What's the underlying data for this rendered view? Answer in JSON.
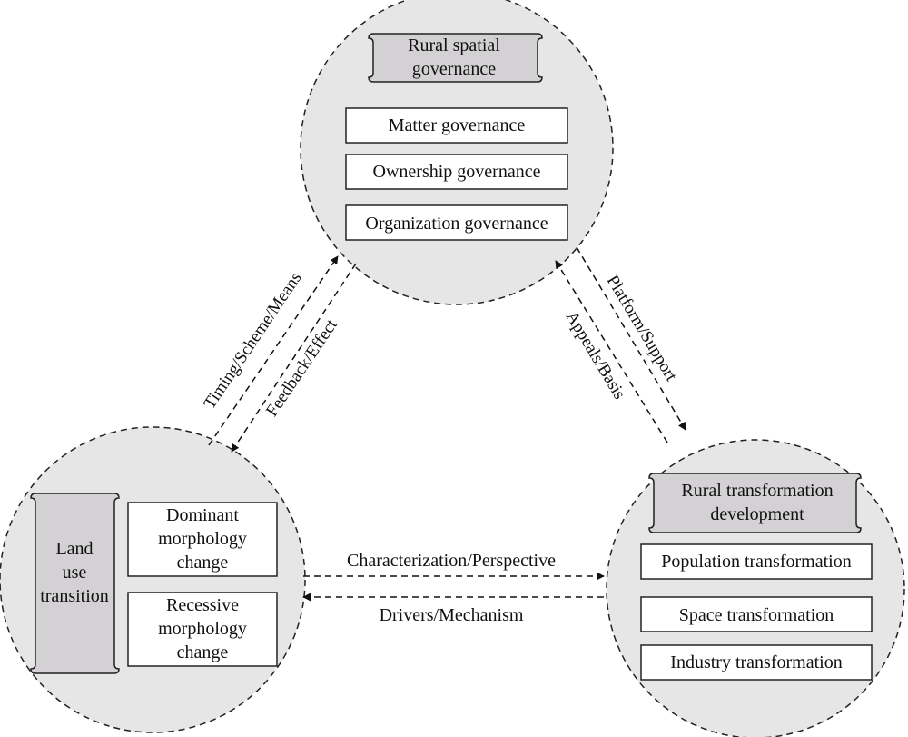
{
  "colors": {
    "circle_fill": "#e6e6e6",
    "header_fill": "#d3d1d3",
    "box_fill": "#ffffff",
    "stroke": "#222222"
  },
  "governance": {
    "title_line1": "Rural spatial",
    "title_line2": "governance",
    "items": [
      "Matter governance",
      "Ownership governance",
      "Organization governance"
    ]
  },
  "land_use": {
    "title_line1": "Land",
    "title_line2": "use",
    "title_line3": "transition",
    "dominant": [
      "Dominant",
      "morphology",
      "change"
    ],
    "recessive": [
      "Recessive",
      "morphology",
      "change"
    ]
  },
  "transformation": {
    "title_line1": "Rural transformation",
    "title_line2": "development",
    "items": [
      "Population transformation",
      "Space transformation",
      "Industry transformation"
    ]
  },
  "links": {
    "timing": "Timing/Scheme/Means",
    "feedback": "Feedback/Effect",
    "platform": "Platform/Support",
    "appeals": "Appeals/Basis",
    "characterization": "Characterization/Perspective",
    "drivers": "Drivers/Mechanism"
  }
}
